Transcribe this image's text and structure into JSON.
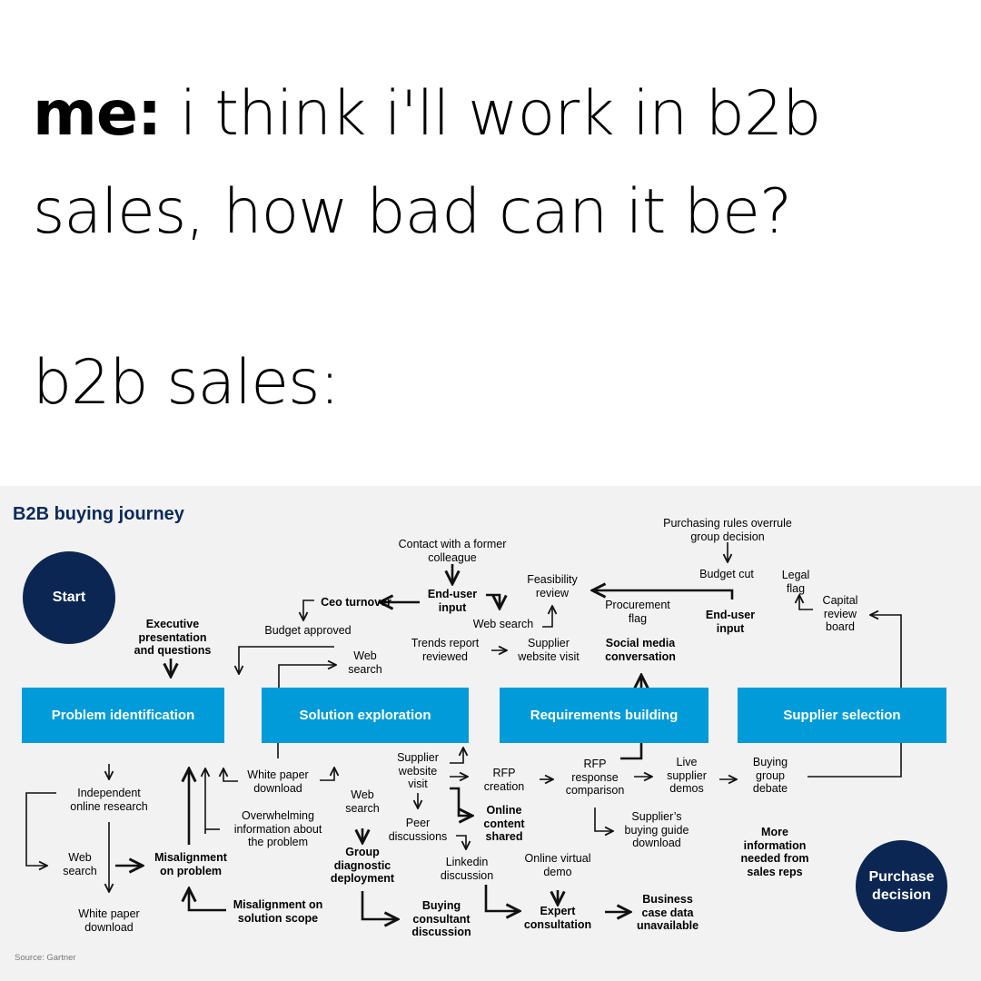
{
  "meme": {
    "line1_lead": "me:",
    "line1_rest": " i think i'll work in b2b",
    "line2": "sales, how bad can it be?",
    "line3": "b2b sales:"
  },
  "diagram": {
    "title": "B2B buying journey",
    "start": "Start",
    "end": "Purchase decision",
    "source": "Source: Gartner",
    "colors": {
      "stage_blue": "#009bd8",
      "navy": "#0b2653",
      "title_navy": "#0b2a5a",
      "panel_bg": "#f2f2f2"
    },
    "stages": [
      {
        "label": "Problem identification"
      },
      {
        "label": "Solution exploration"
      },
      {
        "label": "Requirements building"
      },
      {
        "label": "Supplier selection"
      }
    ],
    "nodes": {
      "executive_presentation": "Executive\npresentation\nand questions",
      "contact_former_colleague": "Contact with a former\ncolleague",
      "ceo_turnover": "Ceo turnover",
      "end_user_input_1": "End-user\ninput",
      "budget_approved": "Budget approved",
      "web_search_top": "Web search",
      "feasibility_review": "Feasibility\nreview",
      "trends_report": "Trends report\nreviewed",
      "supplier_website_visit_top": "Supplier\nwebsite visit",
      "web_search_2": "Web\nsearch",
      "procurement_flag": "Procurement\nflag",
      "social_media": "Social media\nconversation",
      "purchasing_rules": "Purchasing rules overrule\ngroup decision",
      "budget_cut": "Budget cut",
      "end_user_input_2": "End-user\ninput",
      "legal_flag": "Legal\nflag",
      "capital_review": "Capital\nreview\nboard",
      "independent_research": "Independent\nonline research",
      "web_search_left": "Web\nsearch",
      "white_paper_left": "White paper\ndownload",
      "misalignment_problem": "Misalignment\non problem",
      "misalignment_scope": "Misalignment on\nsolution scope",
      "white_paper_mid": "White paper\ndownload",
      "overwhelming_info": "Overwhelming\ninformation about\nthe problem",
      "web_search_mid": "Web\nsearch",
      "group_diagnostic": "Group\ndiagnostic\ndeployment",
      "buying_consultant": "Buying\nconsultant\ndiscussion",
      "supplier_website_visit_bottom": "Supplier\nwebsite\nvisit",
      "peer_discussions": "Peer\ndiscussions",
      "online_content_shared": "Online\ncontent\nshared",
      "linkedin_discussion": "Linkedin\ndiscussion",
      "rfp_creation": "RFP\ncreation",
      "rfp_response": "RFP\nresponse\ncomparison",
      "online_virtual_demo": "Online virtual\ndemo",
      "expert_consultation": "Expert\nconsultation",
      "business_case": "Business\ncase data\nunavailable",
      "suppliers_buying_guide": "Supplier’s\nbuying guide\ndownload",
      "live_supplier_demos": "Live\nsupplier\ndemos",
      "buying_group_debate": "Buying\ngroup\ndebate",
      "more_information": "More\ninformation\nneeded from\nsales reps"
    }
  }
}
